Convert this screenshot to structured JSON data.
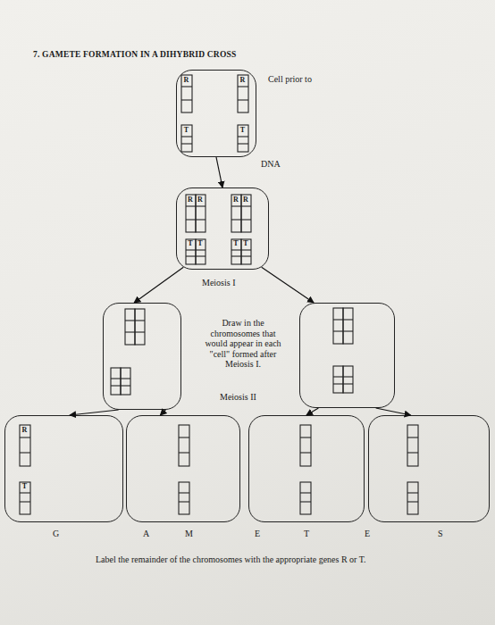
{
  "diagram": {
    "title": "7. GAMETE FORMATION IN A DIHYBRID CROSS",
    "nodes": [
      {
        "text": [
          "R",
          "R",
          "T",
          "T"
        ]
      },
      {
        "text": [
          "R",
          "R",
          "R",
          "R",
          "T",
          "T",
          "T",
          "T"
        ]
      },
      {
        "text": []
      },
      {
        "text": []
      },
      {
        "text": [
          "R",
          "T"
        ]
      },
      {
        "text": []
      },
      {
        "text": []
      },
      {
        "text": []
      }
    ],
    "edges": [
      {
        "from": 0,
        "to": 1,
        "arrow": "to"
      },
      {
        "from": 1,
        "to": 2,
        "arrow": "to"
      },
      {
        "from": 1,
        "to": 3,
        "arrow": "to"
      },
      {
        "from": 2,
        "to": 4,
        "arrow": "to"
      },
      {
        "from": 2,
        "to": 5,
        "arrow": "to"
      },
      {
        "from": 3,
        "to": 6,
        "arrow": "to"
      },
      {
        "from": 3,
        "to": 7,
        "arrow": "to"
      }
    ],
    "labels": [
      "Cell prior to",
      "DNA",
      "Meiosis I",
      "Draw in the chromosomes that would appear in each \"cell\" formed after Meiosis I.",
      "Meiosis II",
      "G",
      "A",
      "M",
      "E",
      "T",
      "E",
      "S",
      "Label the remainder of the chromosomes with the appropriate genes R or T."
    ]
  }
}
